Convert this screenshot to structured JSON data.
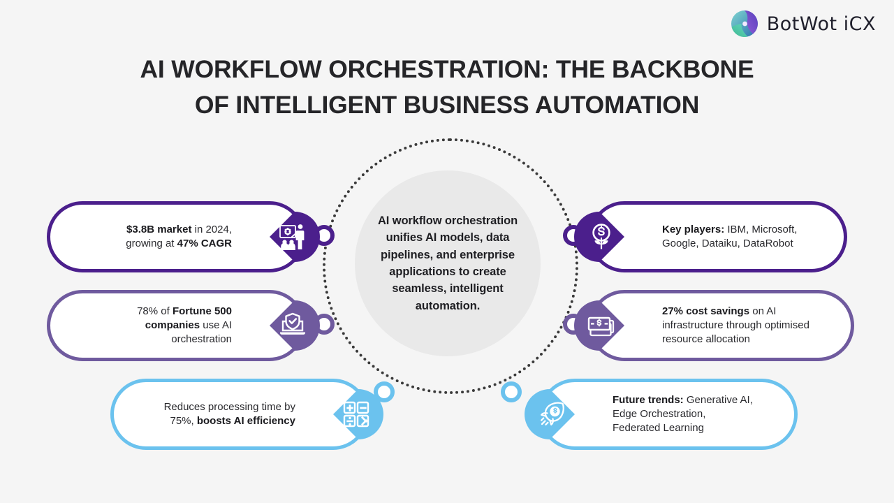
{
  "brand": {
    "name": "BotWot iCX",
    "logo_icon": "botwot-sphere-logo-icon",
    "colors": {
      "purple_dark": "#4b1f8c",
      "purple_mid": "#6f5a9e",
      "blue": "#6bc2ee"
    }
  },
  "title": {
    "line1": "AI WORKFLOW ORCHESTRATION: THE BACKBONE",
    "line2": "OF INTELLIGENT BUSINESS AUTOMATION"
  },
  "hub": {
    "text": "AI workflow orchestration unifies AI models, data pipelines, and enterprise applications to create seamless, intelligent automation."
  },
  "cards": [
    {
      "id": "market-size",
      "side": "left",
      "icon": "presentation-training-icon",
      "color": "#4b1f8c",
      "text_html": "<b>$3.8B market</b> in 2024,<br>growing at <b>47% CAGR</b>",
      "text_plain": "$3.8B market in 2024, growing at 47% CAGR"
    },
    {
      "id": "fortune-500-adoption",
      "side": "left",
      "icon": "laptop-shield-check-icon",
      "color": "#6f5a9e",
      "text_html": "78% of <b>Fortune 500</b><br><b>companies</b> use AI<br>orchestration",
      "text_plain": "78% of Fortune 500 companies use AI orchestration"
    },
    {
      "id": "processing-time",
      "side": "left",
      "icon": "calculator-icon",
      "color": "#6bc2ee",
      "text_html": "Reduces processing time by<br>75%, <b>boosts AI efficiency</b>",
      "text_plain": "Reduces processing time by 75%, boosts AI efficiency"
    },
    {
      "id": "key-players",
      "side": "right",
      "icon": "money-plant-dollar-icon",
      "color": "#4b1f8c",
      "text_html": "<b>Key players:</b> IBM, Microsoft,<br>Google, Dataiku, DataRobot",
      "text_plain": "Key players: IBM, Microsoft, Google, Dataiku, DataRobot"
    },
    {
      "id": "cost-savings",
      "side": "right",
      "icon": "banknotes-dollar-icon",
      "color": "#6f5a9e",
      "text_html": "<b>27% cost savings</b> on AI<br>infrastructure through optimised<br>resource allocation",
      "text_plain": "27% cost savings on AI infrastructure through optimised resource allocation"
    },
    {
      "id": "future-trends",
      "side": "right",
      "icon": "rocket-dollar-icon",
      "color": "#6bc2ee",
      "text_html": "<b>Future trends:</b> Generative AI,<br>Edge Orchestration,<br>Federated Learning",
      "text_plain": "Future trends: Generative AI, Edge Orchestration, Federated Learning"
    }
  ],
  "nodes": [
    {
      "id": "node-market-size",
      "color": "#4b1f8c"
    },
    {
      "id": "node-fortune-500",
      "color": "#6f5a9e"
    },
    {
      "id": "node-processing-time",
      "color": "#6bc2ee"
    },
    {
      "id": "node-key-players",
      "color": "#4b1f8c"
    },
    {
      "id": "node-cost-savings",
      "color": "#6f5a9e"
    },
    {
      "id": "node-future-trends",
      "color": "#6bc2ee"
    }
  ]
}
